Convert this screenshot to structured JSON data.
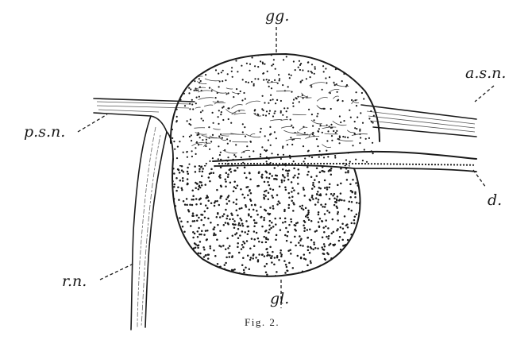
{
  "figure": {
    "caption": "Fig. 2.",
    "labels": {
      "gg": "gg.",
      "asn": "a.s.n.",
      "psn": "p.s.n.",
      "d": "d.",
      "rn": "r.n.",
      "gl": "gl."
    }
  }
}
